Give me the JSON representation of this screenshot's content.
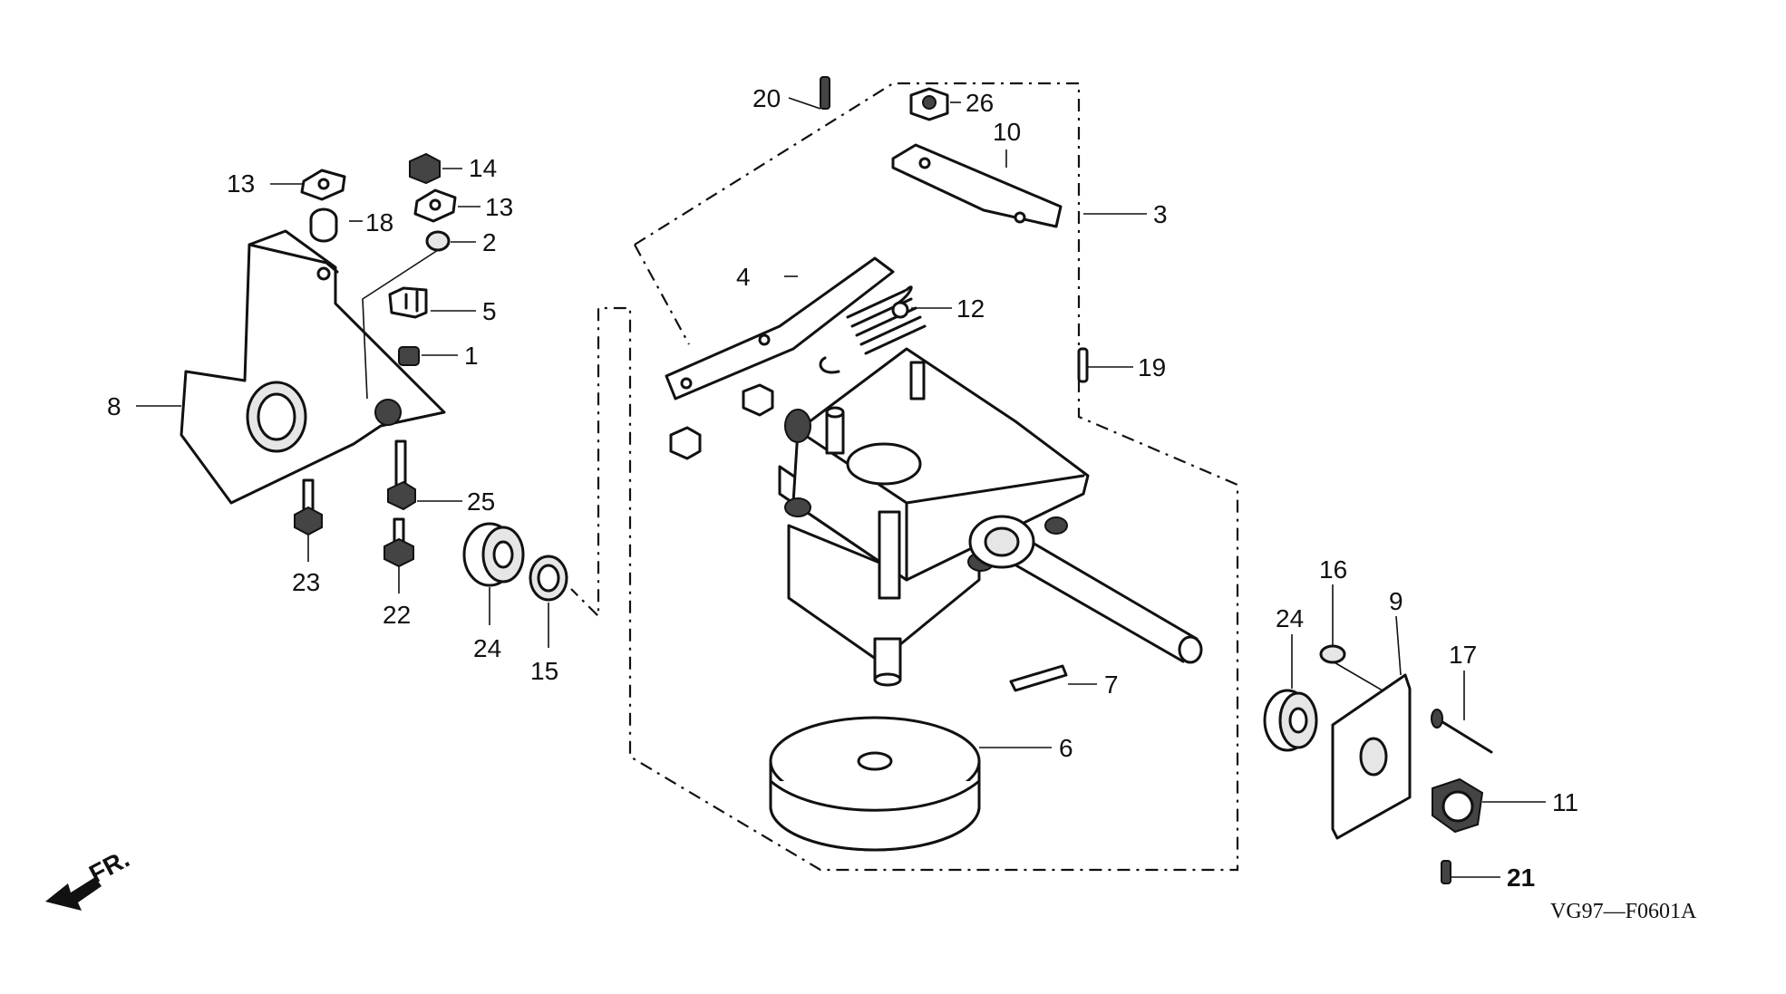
{
  "diagram": {
    "drawing_code": "VG97—F0601A",
    "front_label": "FR.",
    "callouts": [
      {
        "id": "c1",
        "text": "1"
      },
      {
        "id": "c2",
        "text": "2"
      },
      {
        "id": "c3",
        "text": "3"
      },
      {
        "id": "c4",
        "text": "4"
      },
      {
        "id": "c5",
        "text": "5"
      },
      {
        "id": "c6",
        "text": "6"
      },
      {
        "id": "c7",
        "text": "7"
      },
      {
        "id": "c8",
        "text": "8"
      },
      {
        "id": "c9",
        "text": "9"
      },
      {
        "id": "c10",
        "text": "10"
      },
      {
        "id": "c11",
        "text": "11"
      },
      {
        "id": "c12",
        "text": "12"
      },
      {
        "id": "c13a",
        "text": "13"
      },
      {
        "id": "c13b",
        "text": "13"
      },
      {
        "id": "c14",
        "text": "14"
      },
      {
        "id": "c15",
        "text": "15"
      },
      {
        "id": "c16",
        "text": "16"
      },
      {
        "id": "c17",
        "text": "17"
      },
      {
        "id": "c18",
        "text": "18"
      },
      {
        "id": "c19",
        "text": "19"
      },
      {
        "id": "c20",
        "text": "20"
      },
      {
        "id": "c21",
        "text": "21"
      },
      {
        "id": "c22",
        "text": "22"
      },
      {
        "id": "c23",
        "text": "23"
      },
      {
        "id": "c24a",
        "text": "24"
      },
      {
        "id": "c24b",
        "text": "24"
      },
      {
        "id": "c25",
        "text": "25"
      },
      {
        "id": "c26",
        "text": "26"
      }
    ]
  }
}
